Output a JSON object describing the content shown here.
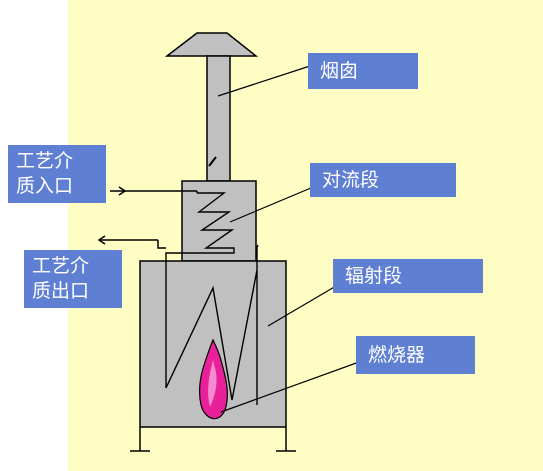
{
  "colors": {
    "panel_background": "#fdfdc4",
    "furnace_fill": "#c0c0c0",
    "outline": "#000000",
    "label_background": "#5f7fd3",
    "label_text": "#ffffff",
    "flame": "#e8209a"
  },
  "labels": {
    "chimney": "烟囱",
    "convection_section": "对流段",
    "radiant_section": "辐射段",
    "burner": "燃烧器",
    "process_inlet": {
      "line1": "工艺介",
      "line2": "质入口"
    },
    "process_outlet": {
      "line1": "工艺介",
      "line2": "质出口"
    }
  }
}
